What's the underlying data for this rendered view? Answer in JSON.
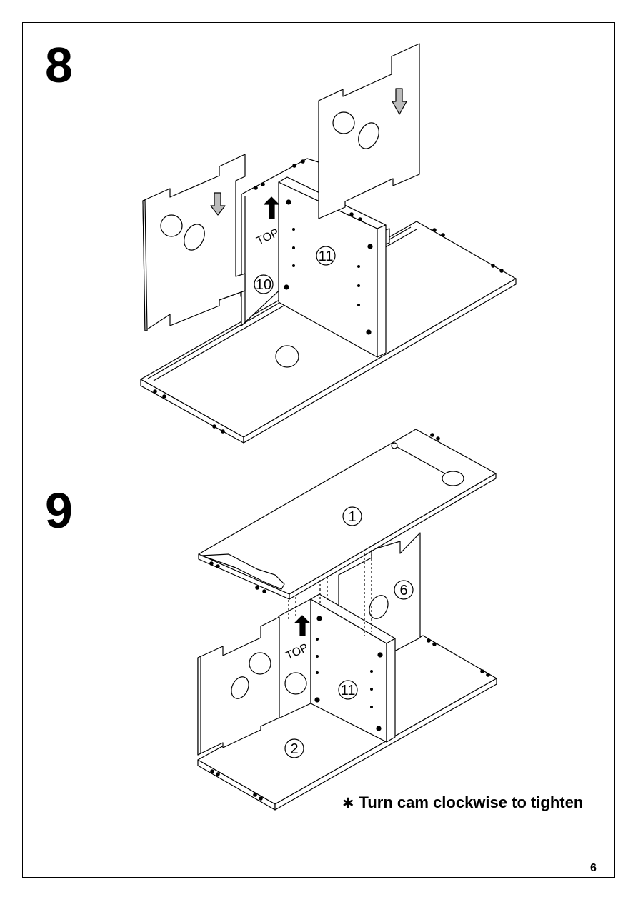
{
  "steps": [
    {
      "number": "8",
      "parts": {
        "p10": "10",
        "p11": "11"
      },
      "top_mark": "TOP"
    },
    {
      "number": "9",
      "parts": {
        "p1": "1",
        "p6": "6",
        "p11": "11",
        "p2": "2"
      },
      "top_mark": "TOP"
    }
  ],
  "note": "∗ Turn cam clockwise to tighten",
  "page_number": "6"
}
